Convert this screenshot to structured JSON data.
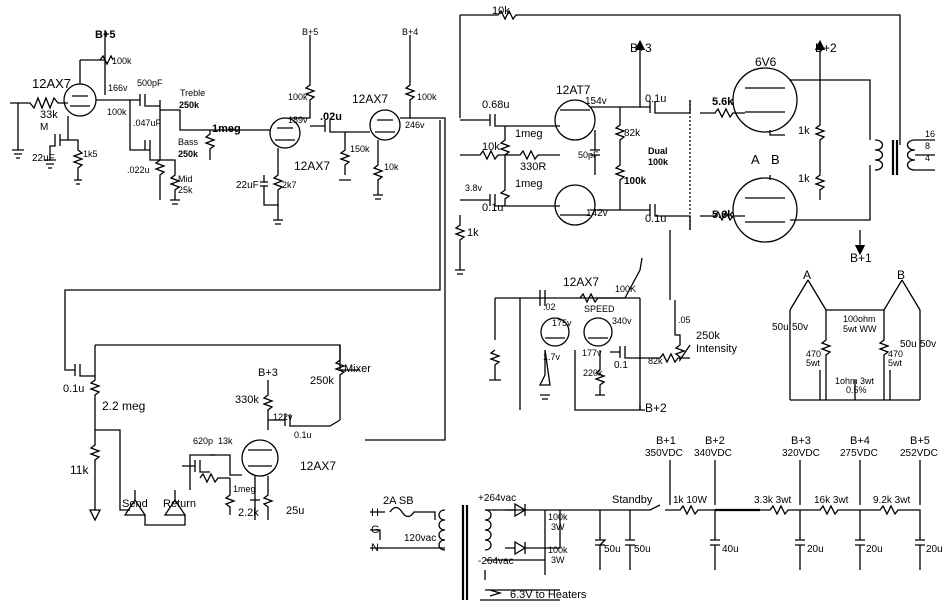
{
  "labels": {
    "top_10k": "10k",
    "bplus5_top": "B+5",
    "bplus5_mid": "B+5",
    "bplus4_top": "B+4",
    "bplus3_top": "B+3",
    "bplus2_top": "B+2",
    "bplus1_bottom": "B+1",
    "tube_12ax7_v1": "12AX7",
    "tube_12ax7_v2": "12AX7",
    "tube_12ax7_v3": "12AX7",
    "tube_12at7": "12AT7",
    "tube_6v6": "6V6",
    "r100k_a": "100k",
    "v166": "166v",
    "c500pf": "500pF",
    "r100k_b": "100k",
    "c047": ".047uF",
    "treble": "Treble",
    "treble_250k": "250k",
    "r33k": "33k",
    "label_m": "M",
    "c22uf": "22uF",
    "r1k5": "1k5",
    "c022": ".022u",
    "bass": "Bass",
    "bass_250k": "250k",
    "mid": "Mid",
    "mid_25k": "25k",
    "r1meg_a": "1meg",
    "v189": "189v",
    "r100k_c": "100k",
    "c02u": ".02u",
    "r150k": "150k",
    "c22uf_b": "22uF",
    "r2k7": "2k7",
    "r100k_d": "100k",
    "v246": "246v",
    "r10k_a": "10k",
    "c068u": "0.68u",
    "r1meg_b": "1meg",
    "r10k_b": "10k",
    "r330r": "330R",
    "r1meg_c": "1meg",
    "v38": "3.8v",
    "c01u_a": "0.1u",
    "r1k": "1k",
    "v154": "154v",
    "c01u_b": "0.1u",
    "c50pf": "50pF",
    "r82k": "82k",
    "r100k_e": "100k",
    "v142": "142v",
    "c01u_c": "0.1u",
    "dual": "Dual",
    "dual_100k": "100k",
    "r56k_a": "5.6k",
    "r56k_b": "5.6k",
    "r1k_a": "1k",
    "r1k_b": "1k",
    "label_a": "A",
    "label_b": "B",
    "tap16": "16",
    "tap8": "8",
    "tap4": "4",
    "c01u_d": "0.1u",
    "r22meg": "2.2 meg",
    "r11k": "11k",
    "bplus3_mid": "B+3",
    "r330k": "330k",
    "v122": "122v",
    "c01u_e": "0.1u",
    "mixer": "Mixer",
    "mixer_250k": "250k",
    "c620p": "620p",
    "r13k": "13k",
    "r1meg_d": "1meg",
    "r22k": "2.2k",
    "c25u": "25u",
    "send": "Send",
    "return": "Return",
    "trem_02": ".02",
    "trem_speed": "SPEED",
    "trem_100k": "100K",
    "v175": "175v",
    "v340": "340v",
    "v17": "1.7v",
    "v177": "177v",
    "r220k": "220k",
    "c01": "0.1",
    "r82k_b": "82k",
    "c05": ".05",
    "intensity_250k": "250k",
    "intensity": "Intensity",
    "bplus2_trem": "B+2",
    "bias_a": "A",
    "bias_b": "B",
    "c50u_a": "50u",
    "c50v_a": "50v",
    "r100ohm": "100ohm",
    "r5wtww": "5wt WW",
    "c50u_b": "50u",
    "c50v_b": "50v",
    "r470_a": "470",
    "r470_a_wt": "5wt",
    "r470_b": "470",
    "r470_b_wt": "5wt",
    "r1ohm": "1ohm 3wt",
    "r1ohm_tol": "0.5%",
    "ps_b1": "B+1",
    "ps_350": "350VDC",
    "ps_b2": "B+2",
    "ps_340": "340VDC",
    "ps_b3": "B+3",
    "ps_320": "320VDC",
    "ps_b4": "B+4",
    "ps_275": "275VDC",
    "ps_b5": "B+5",
    "ps_252": "252VDC",
    "fuse": "2A SB",
    "h": "H",
    "g": "G",
    "n": "N",
    "v120ac": "120vac",
    "v264p": "+264vac",
    "v264n": "-264vac",
    "r100k_3w_a": "100k",
    "r100k_3w_a_w": "3W",
    "r100k_3w_b": "100k",
    "r100k_3w_b_w": "3W",
    "c50u_ps_a": "50u",
    "c50u_ps_b": "50u",
    "standby": "Standby",
    "r1k10w": "1k 10W",
    "c40u": "40u",
    "r33k3w": "3.3k  3wt",
    "c20u_a": "20u",
    "r16k3w": "16k  3wt",
    "c20u_b": "20u",
    "r92k3w": "9.2k  3wt",
    "c20u_c": "20u",
    "heaters": "6.3V to Heaters"
  }
}
